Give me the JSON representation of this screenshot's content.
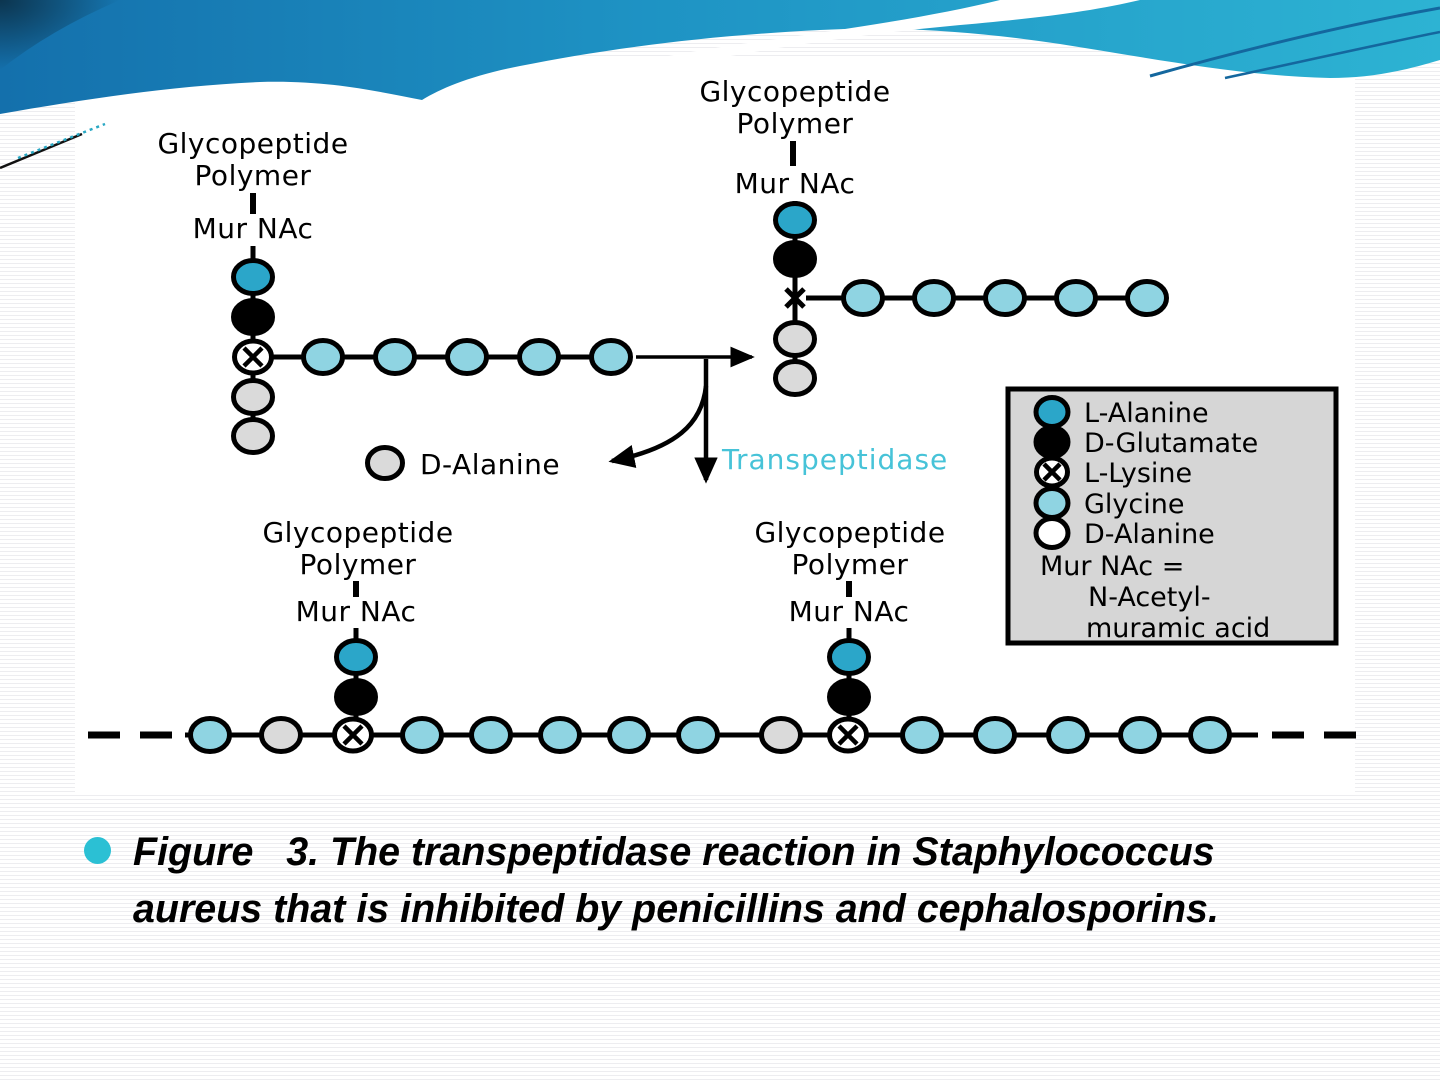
{
  "slide": {
    "banner": {
      "gradient_left": "#1470ac",
      "gradient_mid": "#1e93c4",
      "gradient_right": "#2db3d3",
      "dark_corner": "#0b2e44",
      "accent_line": "#14679e"
    },
    "caption": {
      "bullet_color": "#2bc0d4",
      "line1": "Figure   3. The transpeptidase reaction in Staphylococcus",
      "line2": "aureus that is inhibited by penicillins and cephalosporins."
    }
  },
  "diagram": {
    "labels": {
      "glycopeptide": "Glycopeptide",
      "polymer": "Polymer",
      "mur_nac": "Mur NAc",
      "d_alanine": "D-Alanine",
      "transpeptidase": "Transpeptidase"
    },
    "colors": {
      "l_alanine": "#2ba6c9",
      "glycine": "#8fd4e2",
      "d_alanine_fill": "#dadada",
      "d_glutamate": "#000000",
      "transpeptidase_text": "#47c3d8",
      "legend_bg": "#d6d6d6"
    },
    "legend": {
      "items": [
        "L-Alanine",
        "D-Glutamate",
        "L-Lysine",
        "Glycine",
        "D-Alanine"
      ],
      "note_line1": "Mur NAc =",
      "note_line2": "N-Acetyl-",
      "note_line3": "muramic acid"
    }
  }
}
